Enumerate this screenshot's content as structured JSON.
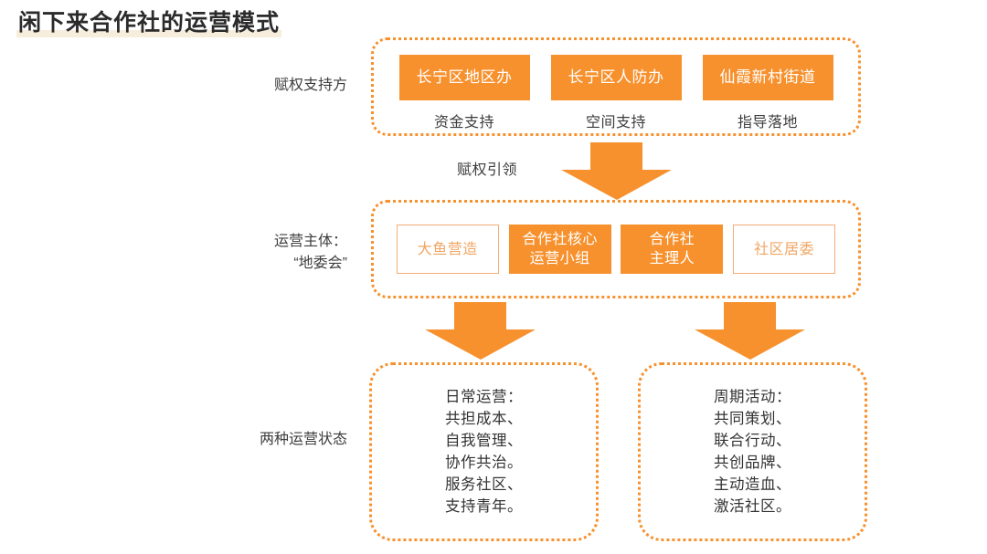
{
  "title": "闲下来合作社的运营模式",
  "row_labels": {
    "row1": "赋权支持方",
    "row2": "运营主体：\n“地委会”",
    "row3": "两种运营状态"
  },
  "connector": {
    "label": "赋权引领",
    "icon": "arrow-down-icon"
  },
  "groups": {
    "top": {
      "cells": [
        {
          "chip": "长宁区地区办",
          "caption": "资金支持",
          "style": "solid"
        },
        {
          "chip": "长宁区人防办",
          "caption": "空间支持",
          "style": "solid"
        },
        {
          "chip": "仙霞新村街道",
          "caption": "指导落地",
          "style": "solid"
        }
      ]
    },
    "middle": {
      "cells": [
        {
          "chip": "大鱼营造",
          "style": "outline"
        },
        {
          "chip": "合作社核心\n运营小组",
          "style": "fill"
        },
        {
          "chip": "合作社\n主理人",
          "style": "fill"
        },
        {
          "chip": "社区居委",
          "style": "outline"
        }
      ]
    },
    "bottom": {
      "left": "日常运营：\n共担成本、\n自我管理、\n协作共治。\n服务社区、\n支持青年。",
      "right": "周期活动：\n共同策划、\n联合行动、\n共创品牌、\n主动造血、\n激活社区。"
    }
  },
  "colors": {
    "accent_orange": "#f7912e",
    "outline_orange": "#f3ae79",
    "outline_text": "#f0a664",
    "title_text": "#2b2b2b",
    "body_text": "#3d3d3d",
    "title_highlight": "#f7eddc",
    "background": "#ffffff"
  }
}
